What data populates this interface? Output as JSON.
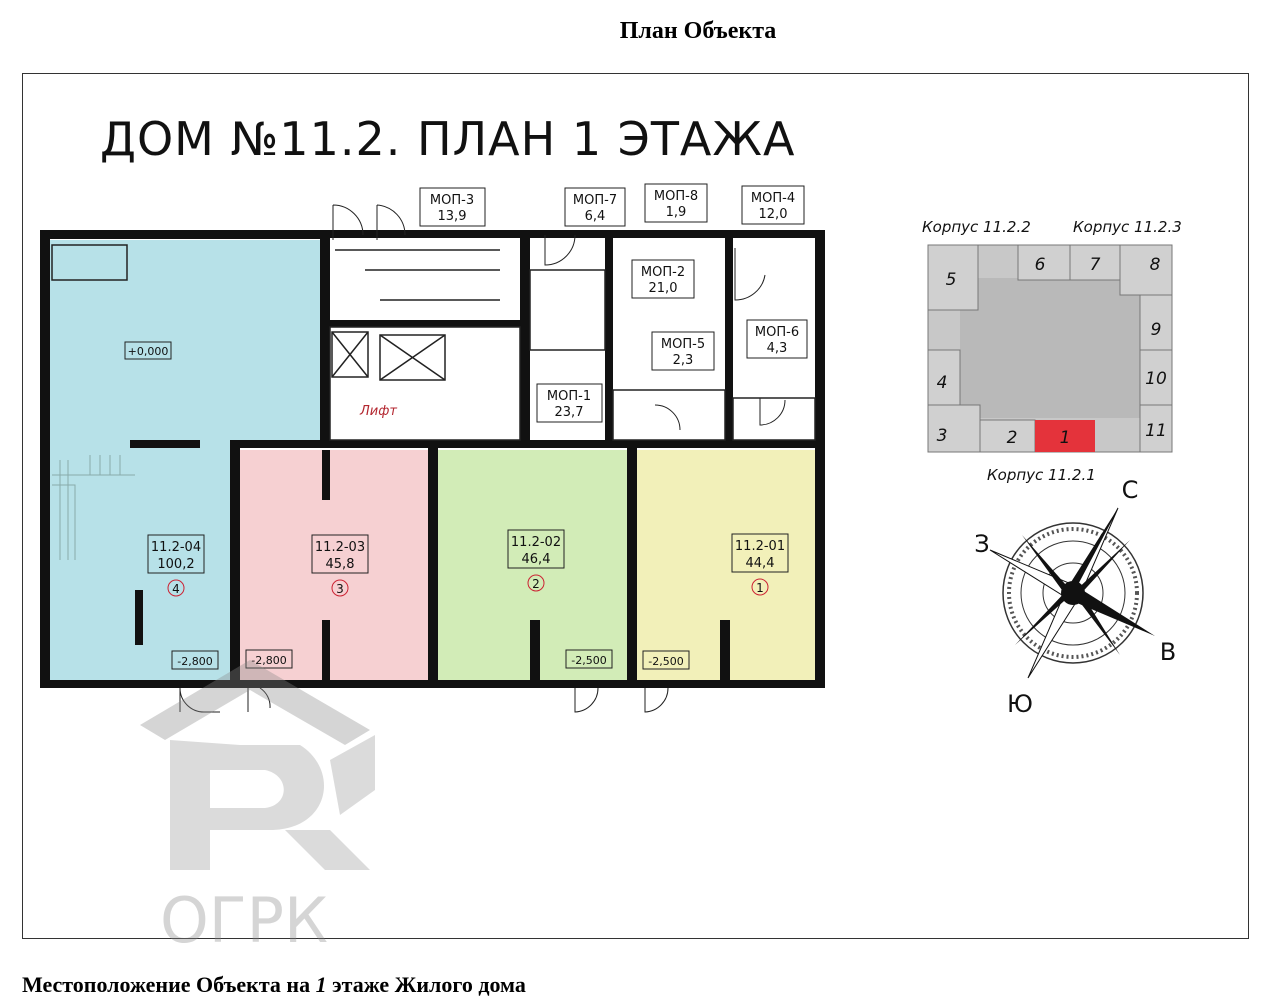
{
  "document": {
    "title": "План Объекта",
    "footer_prefix": "Местоположение Объекта на ",
    "footer_floor": "1",
    "footer_suffix": " этаже Жилого дома"
  },
  "plan": {
    "title": "ДОМ №11.2. ПЛАН 1 ЭТАЖА",
    "rooms": [
      {
        "id": "11.2-04",
        "area": "100,2",
        "marker": "4",
        "level": "-2,800",
        "color": "#b7e1e8"
      },
      {
        "id": "11.2-03",
        "area": "45,8",
        "marker": "3",
        "level": "-2,800",
        "color": "#f6d0d2"
      },
      {
        "id": "11.2-02",
        "area": "46,4",
        "marker": "2",
        "level": "-2,500",
        "color": "#d2ecb7"
      },
      {
        "id": "11.2-01",
        "area": "44,4",
        "marker": "1",
        "level": "-2,500",
        "color": "#f2f0b9"
      }
    ],
    "zero_level": "+0,000",
    "mop": [
      {
        "name": "МОП-3",
        "area": "13,9"
      },
      {
        "name": "МОП-7",
        "area": "6,4"
      },
      {
        "name": "МОП-8",
        "area": "1,9"
      },
      {
        "name": "МОП-4",
        "area": "12,0"
      },
      {
        "name": "МОП-2",
        "area": "21,0"
      },
      {
        "name": "МОП-5",
        "area": "2,3"
      },
      {
        "name": "МОП-6",
        "area": "4,3"
      },
      {
        "name": "МОП-1",
        "area": "23,7"
      }
    ],
    "lift_label": "Лифт"
  },
  "keyplan": {
    "building_top_left": "Корпус 11.2.2",
    "building_top_right": "Корпус 11.2.3",
    "building_bottom": "Корпус 11.2.1",
    "sections": [
      "1",
      "2",
      "3",
      "4",
      "5",
      "6",
      "7",
      "8",
      "9",
      "10",
      "11"
    ],
    "highlight_section": "1",
    "highlight_color": "#e4333b"
  },
  "compass": {
    "north": "С",
    "east": "В",
    "south": "Ю",
    "west": "З"
  },
  "watermark": {
    "text": "ОГРК"
  }
}
